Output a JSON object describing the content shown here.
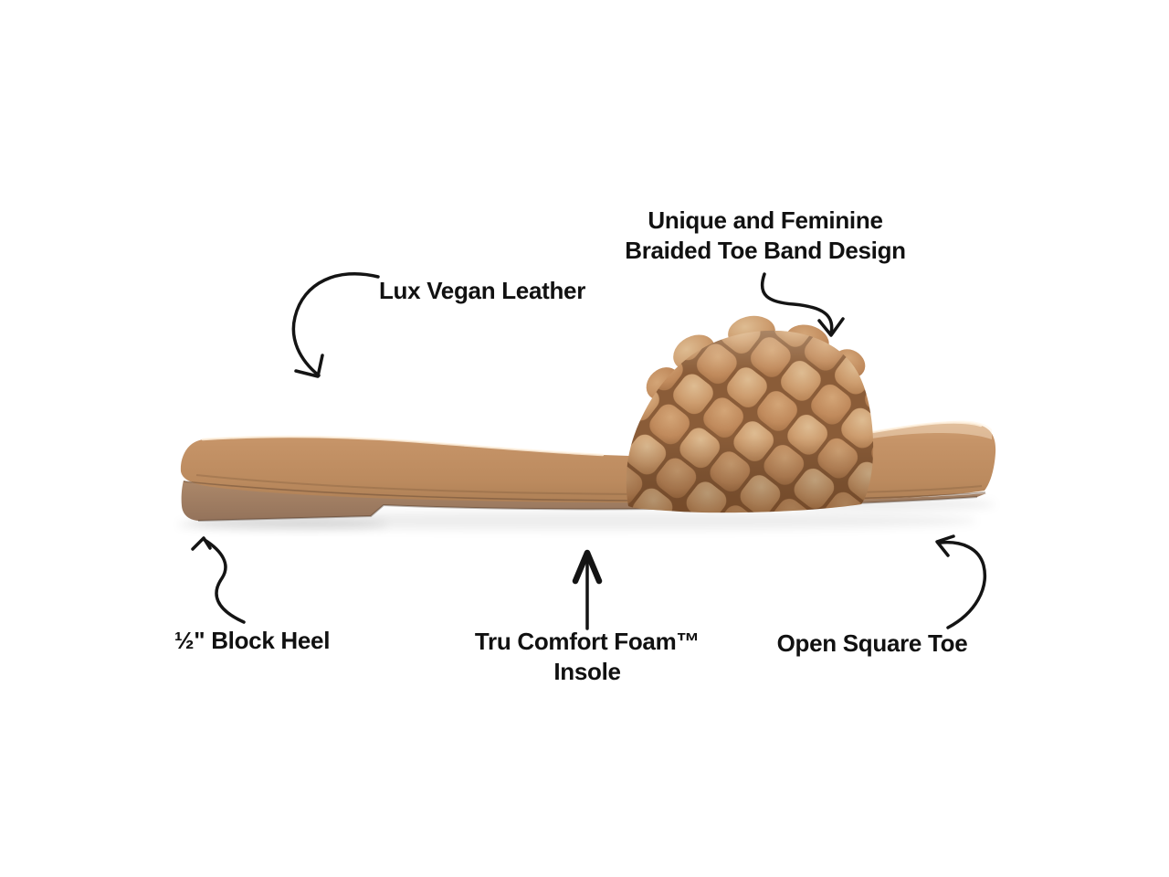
{
  "figure": {
    "type": "product-feature-diagram",
    "subject": "Braided slide sandal, side view",
    "background": "#ffffff",
    "text": "#111111",
    "arrow": "#141414",
    "colors": {
      "leather": "#c09063",
      "leather_highlight": "#dcb388",
      "leather_dark": "#a6784e",
      "braid_gap": "#8a5c38",
      "sole": "#a38163",
      "seam": "#6f5138"
    },
    "callouts": {
      "lux": {
        "label": "Lux Vegan Leather"
      },
      "braid": {
        "line1": "Unique and Feminine",
        "line2": "Braided Toe Band Design"
      },
      "heel": {
        "label": "½\" Block Heel"
      },
      "insole": {
        "line1": "Tru Comfort Foam™",
        "line2": "Insole"
      },
      "toe": {
        "label": "Open Square Toe"
      }
    }
  }
}
